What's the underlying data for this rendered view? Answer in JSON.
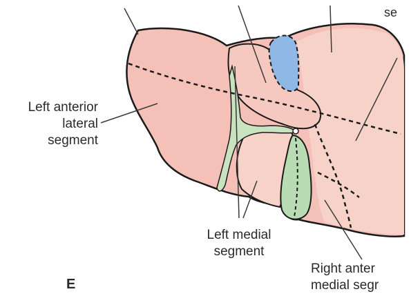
{
  "labels": {
    "top_right_partial": "se",
    "left_anterior_lateral": [
      "Left anterior",
      "lateral",
      "segment"
    ],
    "left_medial": [
      "Left medial",
      "segment"
    ],
    "right_anterior_medial": [
      "Right anter",
      "medial segr"
    ]
  },
  "panel_letter": "E",
  "colors": {
    "liver_fill": "#f4c0b8",
    "liver_fill_light": "#f7d2c8",
    "outline": "#1a1a1a",
    "gallbladder_green": "#b9dcb4",
    "ligament_green": "#c9e2c0",
    "ivc_blue": "#8fb8e6",
    "leader_line": "#3a3a3a"
  }
}
